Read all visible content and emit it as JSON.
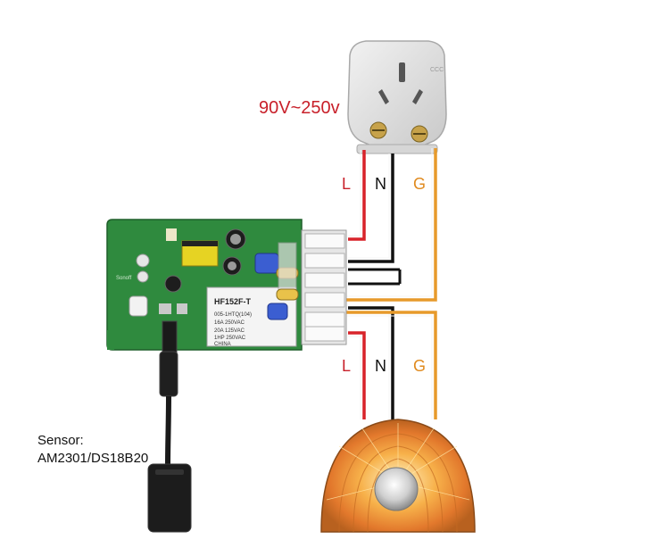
{
  "diagram": {
    "voltage_label": "90V~250v",
    "input_wires": {
      "l": "L",
      "n": "N",
      "g": "G"
    },
    "output_wires": {
      "l": "L",
      "n": "N",
      "g": "G"
    },
    "sensor_label_line1": "Sensor:",
    "sensor_label_line2": "AM2301/DS18B20",
    "relay_text": [
      "HF152F-T",
      "005-1HTQ(104)",
      "16A 250VAC",
      "20A 125VAC",
      "1HP 250VAC",
      "CHINA"
    ],
    "colors": {
      "live": "#d8232a",
      "neutral": "#111111",
      "ground": "#e79a2b",
      "board": "#2f8a3e",
      "label_red": "#c8202a",
      "label_orange": "#e08a1e"
    }
  }
}
